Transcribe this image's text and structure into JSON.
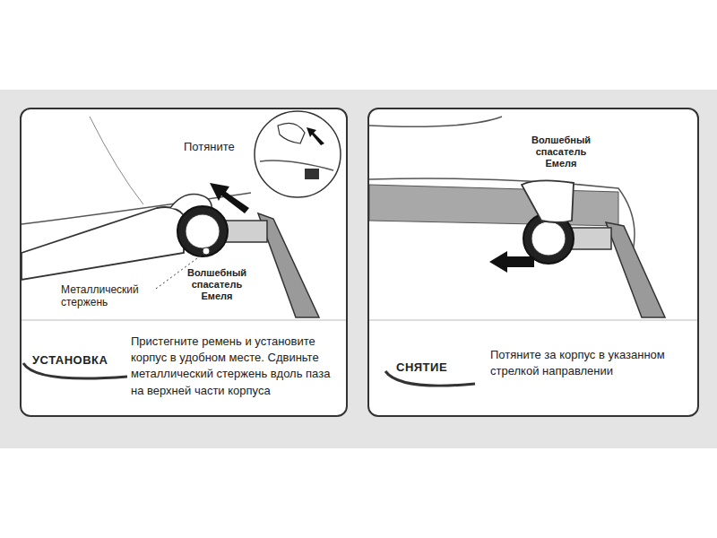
{
  "diagram": {
    "nodes": [
      {
        "text": [
          "УСТАНОВКА",
          "Пристегните ремень и установите корпус в удобном месте. Сдвиньте металлический стержень вдоль паза на верхней части корпуса"
        ]
      },
      {
        "text": [
          "СНЯТИЕ",
          "Потяните за корпус в указанном стрелкой направлении"
        ]
      }
    ],
    "labels": [
      "Потяните",
      "Металлический стержень",
      "Волшебный спасатель Емеля",
      "Волшебный спасатель Емеля"
    ]
  }
}
